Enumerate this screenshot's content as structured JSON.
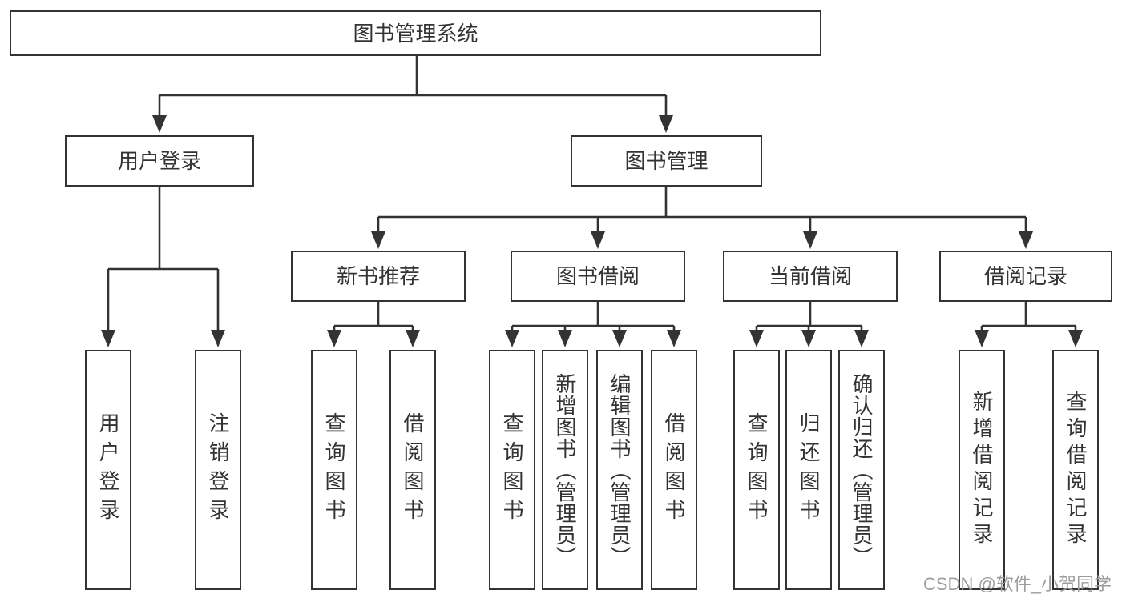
{
  "diagram": {
    "colors": {
      "line": "#333333",
      "text": "#333333",
      "box_background": "#ffffff",
      "page_background": "#ffffff",
      "watermark": "#9d9d9d"
    },
    "root": {
      "label": "图书管理系统"
    },
    "level2": [
      {
        "label": "用户登录"
      },
      {
        "label": "图书管理"
      }
    ],
    "level3": [
      {
        "label": "新书推荐"
      },
      {
        "label": "图书借阅"
      },
      {
        "label": "当前借阅"
      },
      {
        "label": "借阅记录"
      }
    ],
    "leaves": [
      {
        "label": "用户登录"
      },
      {
        "label": "注销登录"
      },
      {
        "label": "查询图书"
      },
      {
        "label": "借阅图书"
      },
      {
        "label": "查询图书"
      },
      {
        "label": "新增图书（管理员）"
      },
      {
        "label": "编辑图书（管理员）"
      },
      {
        "label": "借阅图书"
      },
      {
        "label": "查询图书"
      },
      {
        "label": "归还图书"
      },
      {
        "label": "确认归还（管理员）"
      },
      {
        "label": "新增借阅记录"
      },
      {
        "label": "查询借阅记录"
      }
    ],
    "watermark": "CSDN @软件_小贺同学"
  }
}
